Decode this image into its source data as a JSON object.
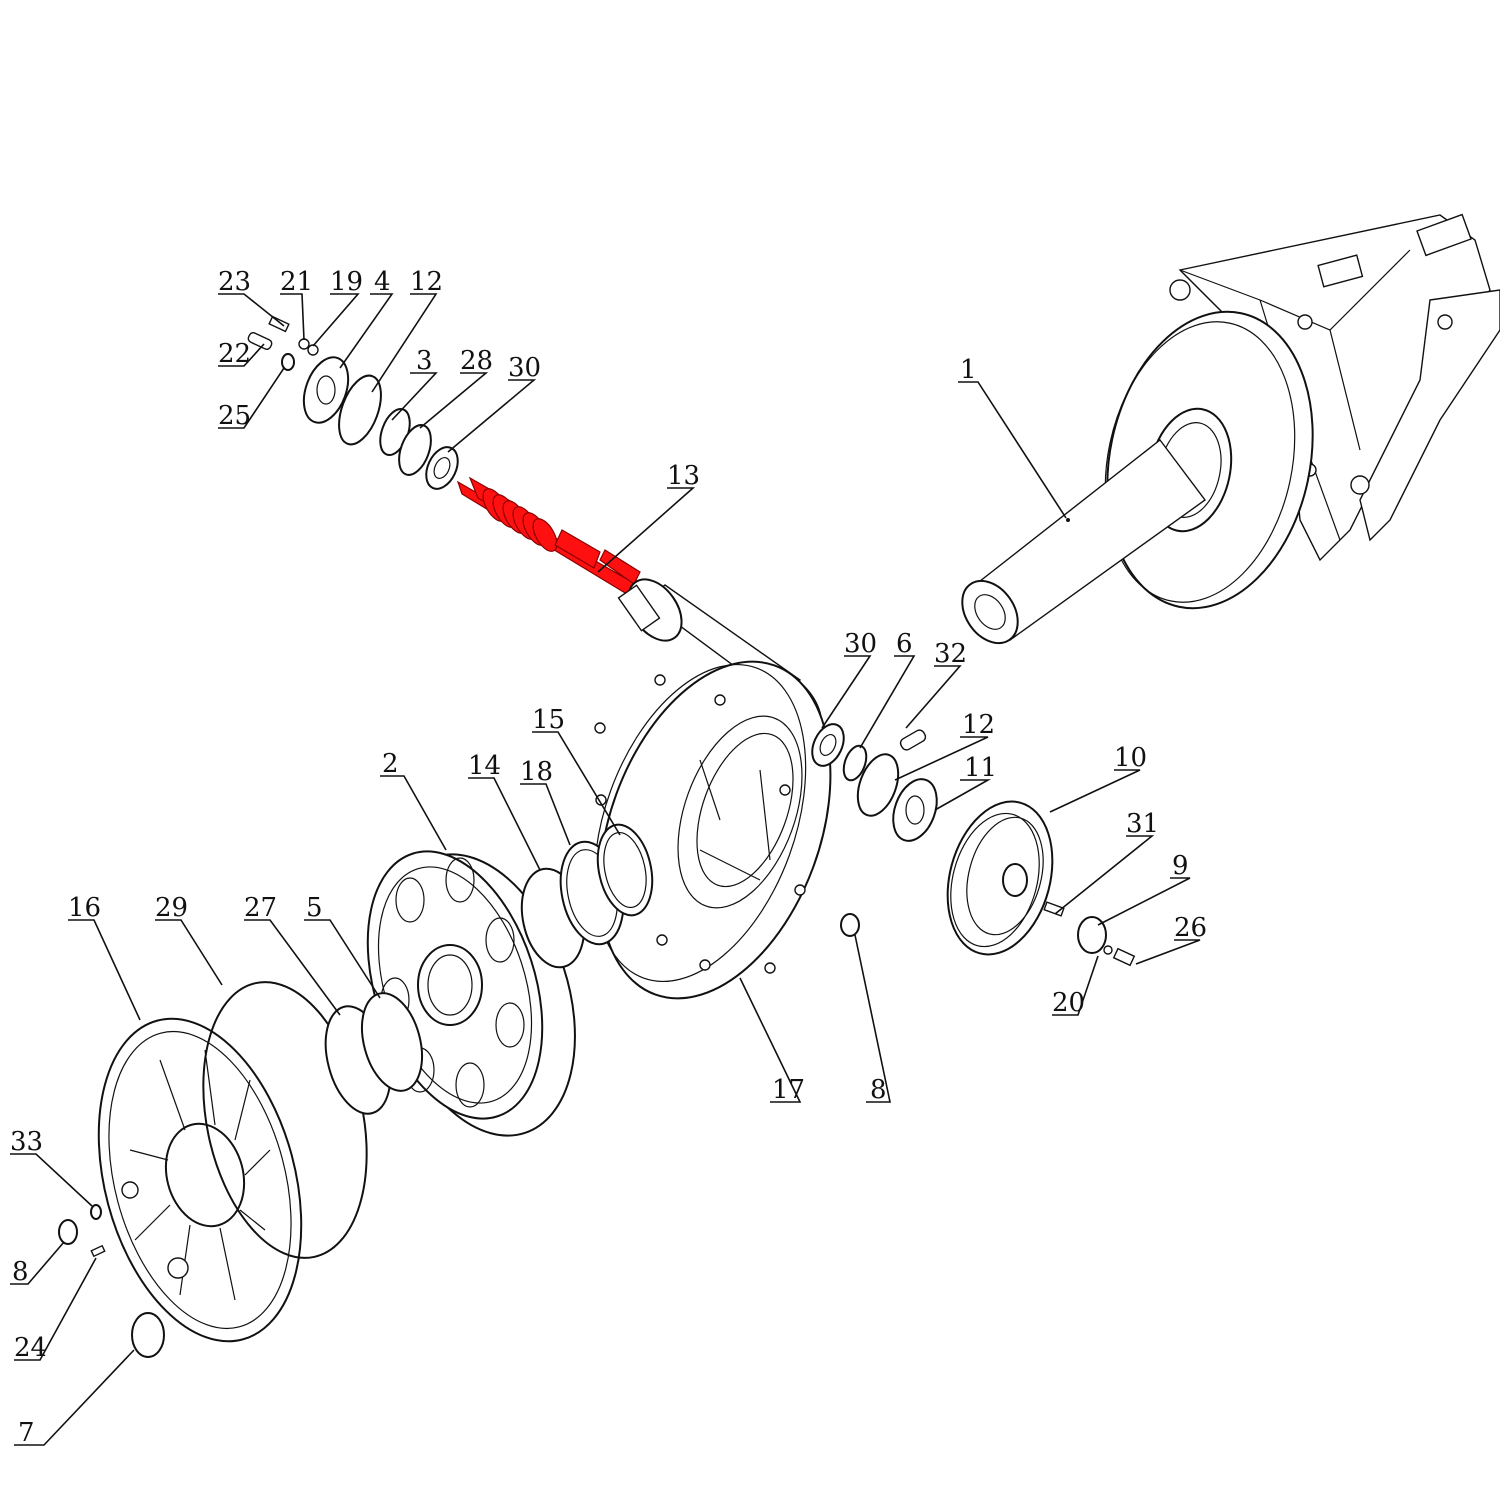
{
  "diagram": {
    "highlight_color": "#ff0000",
    "line_color": "#111111",
    "callouts": [
      {
        "id": "c23",
        "label": "23"
      },
      {
        "id": "c21",
        "label": "21"
      },
      {
        "id": "c19",
        "label": "19"
      },
      {
        "id": "c4",
        "label": "4"
      },
      {
        "id": "c12a",
        "label": "12"
      },
      {
        "id": "c22",
        "label": "22"
      },
      {
        "id": "c25",
        "label": "25"
      },
      {
        "id": "c3",
        "label": "3"
      },
      {
        "id": "c28",
        "label": "28"
      },
      {
        "id": "c30a",
        "label": "30"
      },
      {
        "id": "c13",
        "label": "13"
      },
      {
        "id": "c1",
        "label": "1"
      },
      {
        "id": "c30b",
        "label": "30"
      },
      {
        "id": "c6",
        "label": "6"
      },
      {
        "id": "c32",
        "label": "32"
      },
      {
        "id": "c12b",
        "label": "12"
      },
      {
        "id": "c11",
        "label": "11"
      },
      {
        "id": "c10",
        "label": "10"
      },
      {
        "id": "c31",
        "label": "31"
      },
      {
        "id": "c9",
        "label": "9"
      },
      {
        "id": "c26",
        "label": "26"
      },
      {
        "id": "c20",
        "label": "20"
      },
      {
        "id": "c15",
        "label": "15"
      },
      {
        "id": "c2",
        "label": "2"
      },
      {
        "id": "c14",
        "label": "14"
      },
      {
        "id": "c18",
        "label": "18"
      },
      {
        "id": "c16",
        "label": "16"
      },
      {
        "id": "c29",
        "label": "29"
      },
      {
        "id": "c27",
        "label": "27"
      },
      {
        "id": "c5",
        "label": "5"
      },
      {
        "id": "c17",
        "label": "17"
      },
      {
        "id": "c8a",
        "label": "8"
      },
      {
        "id": "c33",
        "label": "33"
      },
      {
        "id": "c8b",
        "label": "8"
      },
      {
        "id": "c24",
        "label": "24"
      },
      {
        "id": "c7",
        "label": "7"
      }
    ]
  }
}
